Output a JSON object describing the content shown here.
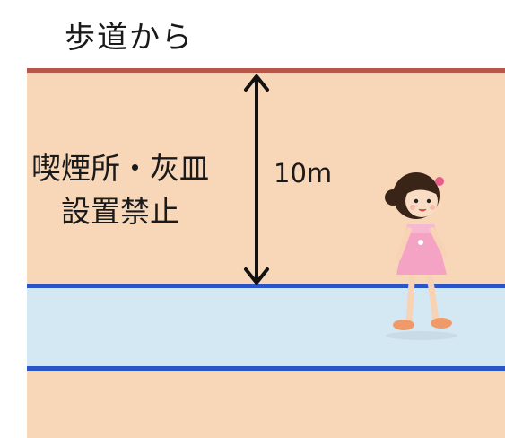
{
  "title": "歩道から",
  "warning": {
    "line1": "喫煙所・灰皿",
    "line2": "設置禁止"
  },
  "distance_label": "10m",
  "colors": {
    "zone_fill": "#f8d6b8",
    "boundary_line": "#b5584a",
    "sidewalk_fill": "#d4e8f4",
    "sidewalk_edge": "#2a55c6"
  },
  "icons": [
    "double-headed-arrow-icon",
    "girl-walking-icon"
  ]
}
